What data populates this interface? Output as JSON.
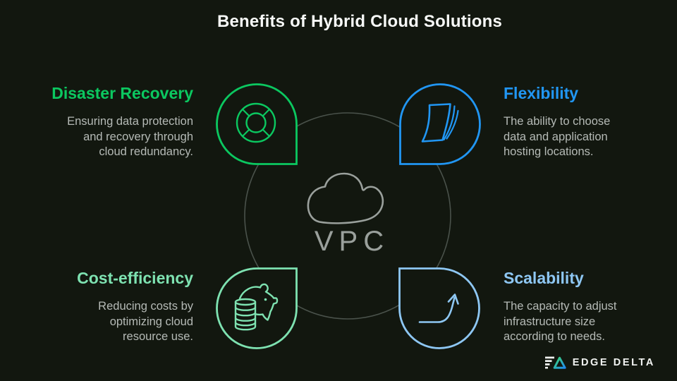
{
  "title": "Benefits of Hybrid Cloud Solutions",
  "center": {
    "label": "VPC",
    "icon": "cloud-icon"
  },
  "quadrants": [
    {
      "id": "disaster-recovery",
      "heading": "Disaster Recovery",
      "accent": "#0bc860",
      "icon": "lifebuoy-icon",
      "lines": [
        "Ensuring data protection",
        "and recovery through",
        "cloud redundancy."
      ]
    },
    {
      "id": "flexibility",
      "heading": "Flexibility",
      "accent": "#2196f3",
      "icon": "flexible-pages-icon",
      "lines": [
        "The ability to choose",
        "data and application",
        "hosting locations."
      ]
    },
    {
      "id": "cost-efficiency",
      "heading": "Cost-efficiency",
      "accent": "#7ee2b1",
      "icon": "piggy-bank-icon",
      "lines": [
        "Reducing costs by",
        "optimizing cloud",
        "resource use."
      ]
    },
    {
      "id": "scalability",
      "heading": "Scalability",
      "accent": "#8ec7f3",
      "icon": "growth-arrow-icon",
      "lines": [
        "The capacity to adjust",
        "infrastructure size",
        "according to needs."
      ]
    }
  ],
  "logo": {
    "text": "EDGE DELTA"
  },
  "colors": {
    "background": "#12170f",
    "title_text": "#f7f9f7",
    "body_text": "#b5bab6",
    "ring": "#4a524b",
    "cloud_gray": "#9aa09c",
    "green": "#0bc860",
    "blue": "#2196f3",
    "mint": "#7ee2b1",
    "light_blue": "#8ec7f3",
    "logo_gradient_start": "#3ddc72",
    "logo_gradient_end": "#1e88f0"
  }
}
